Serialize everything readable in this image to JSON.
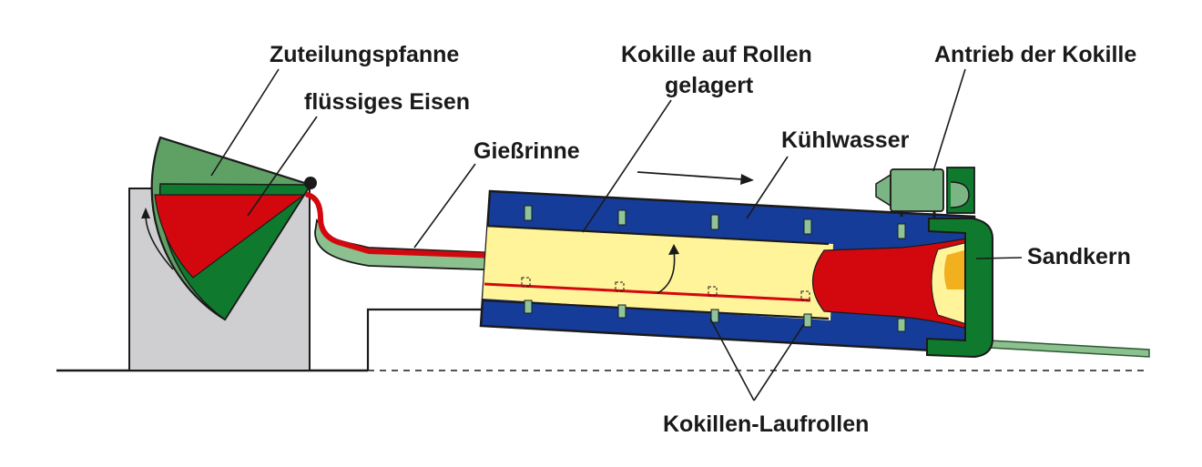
{
  "labels": {
    "zuteilungspfanne": "Zuteilungspfanne",
    "fluessiges_eisen": "flüssiges Eisen",
    "giessrinne": "Gießrinne",
    "kokille_line1": "Kokille auf Rollen",
    "kokille_line2": "gelagert",
    "antrieb": "Antrieb der Kokille",
    "kuehlwasser": "Kühlwasser",
    "sandkern": "Sandkern",
    "laufrollen": "Kokillen-Laufrollen"
  },
  "colors": {
    "mold_blue": "#163c9a",
    "iron_red": "#d3080f",
    "ladle_green": "#0f7a2e",
    "ladle_light_green": "#5fa064",
    "trough_green": "#8cc08e",
    "pipe_yellow": "#fff49a",
    "sand_orange": "#f2b01e",
    "drive_green": "#7bb583",
    "support_grey": "#cfcfd2",
    "roller_green": "#8fc49a"
  }
}
